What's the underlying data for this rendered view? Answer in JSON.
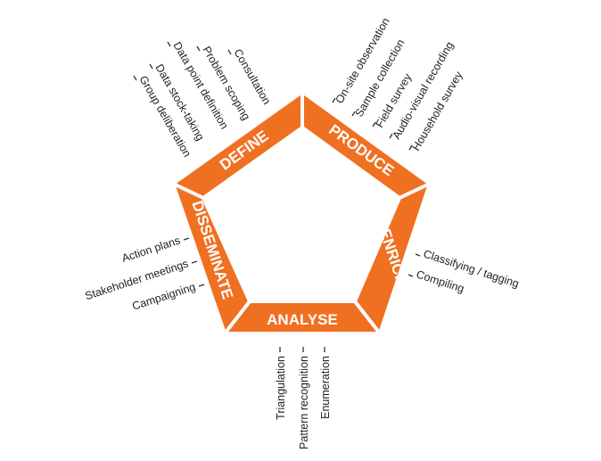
{
  "colors": {
    "segment_fill": "#f07022",
    "label_text": "#ffffff",
    "item_text": "#222222"
  },
  "stages": {
    "define": "DEFINE",
    "produce": "PRODUCE",
    "enrich": "ENRICH",
    "analyse": "ANALYSE",
    "disseminate": "DISSEMINATE"
  },
  "activities": {
    "define": [
      "Consultation",
      "Problem scoping",
      "Data point definition",
      "Data stock-taking",
      "Group deliberation"
    ],
    "produce": [
      "On-site observation",
      "Sample collection",
      "Field survey",
      "Audio-visual recording",
      "Household survey"
    ],
    "enrich": [
      "Classifying / tagging",
      "Compiling"
    ],
    "analyse": [
      "Triangulation",
      "Pattern recognition",
      "Enumeration"
    ],
    "disseminate": [
      "Action plans",
      "Stakeholder meetings",
      "Campaigning"
    ]
  }
}
